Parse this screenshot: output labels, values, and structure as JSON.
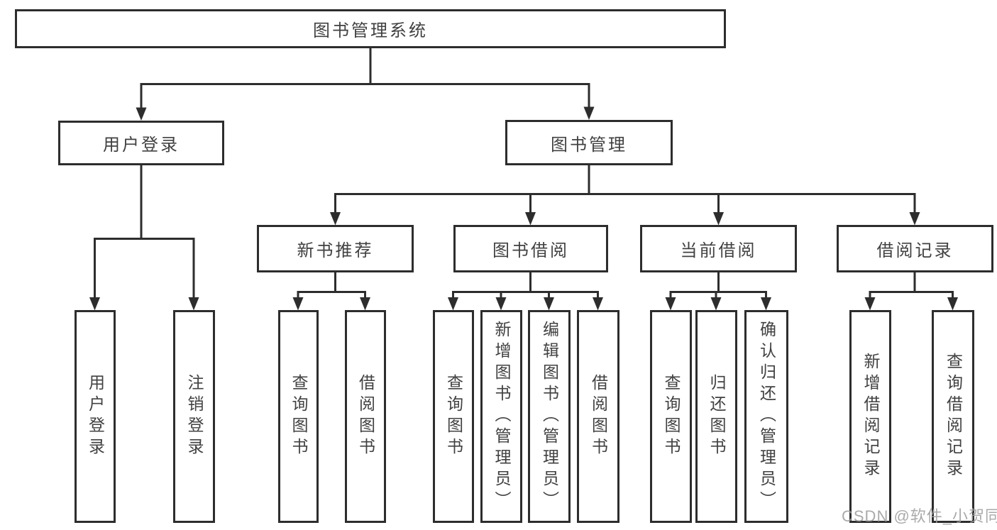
{
  "watermark": {
    "text": "CSDN @软件_小贺同学"
  },
  "colors": {
    "line": "#2d2d2d",
    "box_border": "#2d2d2d",
    "text": "#414141",
    "watermark": "#9e9e9e",
    "background": "#ffffff"
  },
  "tree": {
    "label": "图书管理系统",
    "children": [
      {
        "label": "用户登录",
        "children": [
          {
            "label": "用户登录"
          },
          {
            "label": "注销登录"
          }
        ]
      },
      {
        "label": "图书管理",
        "children": [
          {
            "label": "新书推荐",
            "children": [
              {
                "label": "查询图书"
              },
              {
                "label": "借阅图书"
              }
            ]
          },
          {
            "label": "图书借阅",
            "children": [
              {
                "label": "查询图书"
              },
              {
                "label": "新增图书（管理员）"
              },
              {
                "label": "编辑图书（管理员）"
              },
              {
                "label": "借阅图书"
              }
            ]
          },
          {
            "label": "当前借阅",
            "children": [
              {
                "label": "查询图书"
              },
              {
                "label": "归还图书"
              },
              {
                "label": "确认归还（管理员）"
              }
            ]
          },
          {
            "label": "借阅记录",
            "children": [
              {
                "label": "新增借阅记录"
              },
              {
                "label": "查询借阅记录"
              }
            ]
          }
        ]
      }
    ]
  }
}
